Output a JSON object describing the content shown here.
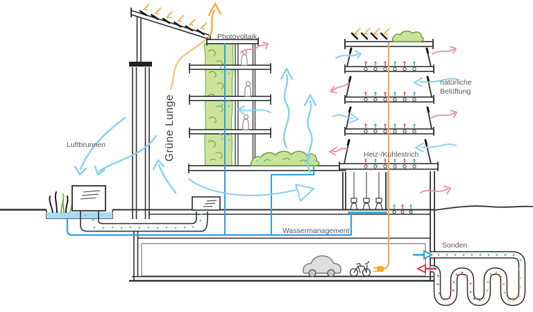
{
  "diagram": {
    "labels": {
      "photovoltaik": "Photovoltaik",
      "gruene_lunge": "Grüne Lunge",
      "luftbrunnen": "Luftbrunnen",
      "natuerliche_belueftung_line1": "natürliche",
      "natuerliche_belueftung_line2": "Belüftung",
      "heiz_kuehlestrich": "Heiz-/Kühlestrich",
      "wassermanagement": "Wassermanagement",
      "sonden": "Sonden"
    },
    "colors": {
      "line": "#2f2f2f",
      "label_text": "#575756",
      "air_blue": "#82d1f3",
      "water_blue": "#2e9fe0",
      "small_arrow_blue": "#3fa9e0",
      "exhaust_red": "#ef8aa0",
      "small_arrow_red": "#e2526b",
      "energy_orange": "#f5a84b",
      "green_fill": "#cbe39b",
      "green_stroke": "#79b449",
      "water_fill": "#a9daf2"
    }
  }
}
